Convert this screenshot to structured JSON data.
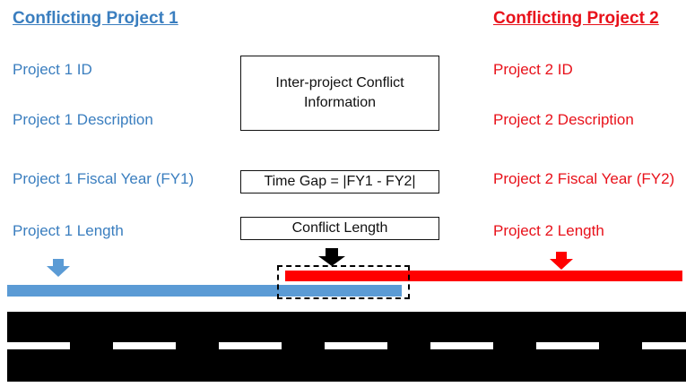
{
  "project1": {
    "heading": "Conflicting Project 1",
    "id": "Project 1 ID",
    "description": "Project 1 Description",
    "fiscal_year": "Project 1 Fiscal Year (FY1)",
    "length": "Project 1 Length",
    "color": "#5b9bd5"
  },
  "project2": {
    "heading": "Conflicting Project 2",
    "id": "Project 2 ID",
    "description": "Project 2 Description",
    "fiscal_year": "Project 2 Fiscal Year (FY2)",
    "length": "Project 2 Length",
    "color": "#ff0000"
  },
  "center": {
    "info_line1": "Inter-project Conflict",
    "info_line2": "Information",
    "time_gap": "Time Gap = |FY1 - FY2|",
    "conflict_length": "Conflict Length"
  },
  "icons": {
    "project1_marker": "down-arrow-icon",
    "project2_marker": "down-arrow-icon",
    "conflict_marker": "down-arrow-icon"
  }
}
